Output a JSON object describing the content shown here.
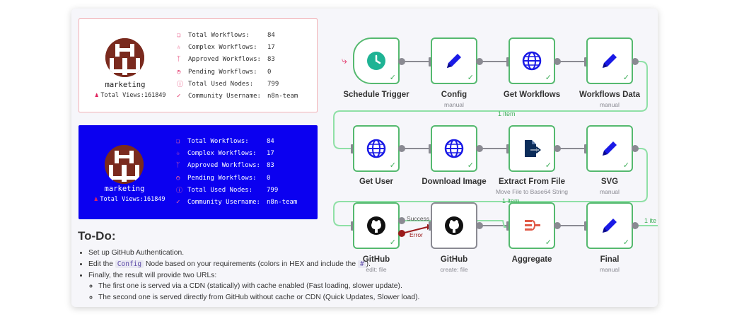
{
  "stats_labels": [
    "Total Workflows:",
    "Complex Workflows:",
    "Approved Workflows:",
    "Pending Workflows:",
    "Total Used Nodes:",
    "Community Username:"
  ],
  "cards": [
    {
      "handle": "marketing",
      "views_label": "Total Views:",
      "views_value": "161849",
      "values": [
        "84",
        "17",
        "83",
        "0",
        "799",
        "n8n-team"
      ]
    },
    {
      "handle": "marketing",
      "views_label": "Total Views:",
      "views_value": "161849",
      "values": [
        "84",
        "17",
        "83",
        "0",
        "799",
        "n8n-team"
      ]
    }
  ],
  "todo": {
    "title": "To-Do:",
    "item1": "Set up GitHub Authentication.",
    "item2_pre": "Edit the",
    "item2_code": "Config",
    "item2_mid": "Node based on your requirements (colors in HEX and include the",
    "item2_code2": "#",
    "item2_post": ").",
    "item3": "Finally, the result will provide two URLs:",
    "sub1": "The first one is served via a CDN (statically) with cache enabled (Fast loading, slower update).",
    "sub2": "The second one is served directly from GitHub without cache or CDN (Quick Updates, Slower load)."
  },
  "nodes": {
    "schedule": {
      "label": "Schedule Trigger",
      "sub": ""
    },
    "config": {
      "label": "Config",
      "sub": "manual"
    },
    "get_workflows": {
      "label": "Get Workflows",
      "sub": ""
    },
    "workflows_data": {
      "label": "Workflows Data",
      "sub": "manual"
    },
    "get_user": {
      "label": "Get User",
      "sub": ""
    },
    "download_image": {
      "label": "Download Image",
      "sub": ""
    },
    "extract": {
      "label": "Extract From File",
      "sub": "Move File to Base64 String"
    },
    "svg": {
      "label": "SVG",
      "sub": "manual"
    },
    "github_edit": {
      "label": "GitHub",
      "sub": "edit: file"
    },
    "github_create": {
      "label": "GitHub",
      "sub": "create: file"
    },
    "aggregate": {
      "label": "Aggregate",
      "sub": ""
    },
    "final": {
      "label": "Final",
      "sub": "manual"
    }
  },
  "edges": {
    "item_1a": "1 item",
    "item_1b": "1 item",
    "item_1c": "1 ite",
    "success": "Success",
    "error": "Error"
  },
  "colors": {
    "accent_green": "#55b96f",
    "card_blue": "#0b00f0",
    "icon_blue": "#1a1ae6",
    "icon_teal": "#1fb394",
    "icon_red": "#e05a47",
    "stat_pink": "#e0245e",
    "error_red": "#b01b1b"
  }
}
